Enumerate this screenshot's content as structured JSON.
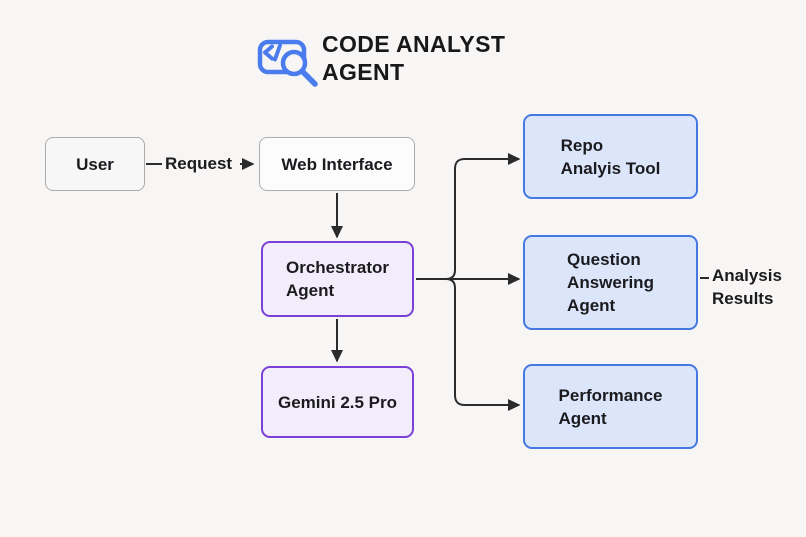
{
  "title": {
    "line1": "CODE ANALYST",
    "line2": "AGENT"
  },
  "header_icon": "code-search-icon",
  "nodes": {
    "user": {
      "label": "User"
    },
    "web_interface": {
      "label": "Web Interface"
    },
    "orchestrator_agent": {
      "label": "Orchestrator\nAgent"
    },
    "gemini": {
      "label": "Gemini 2.5 Pro"
    },
    "repo_analysis_tool": {
      "label": "Repo\nAnalyis Tool"
    },
    "question_answering_agent": {
      "label": "Question\nAnswering\nAgent"
    },
    "performance_agent": {
      "label": "Performance\nAgent"
    }
  },
  "annotations": {
    "request": "Request",
    "analysis_results": "Analysis\nResults"
  },
  "edges": [
    {
      "from": "User",
      "to": "Web Interface",
      "label": "Request"
    },
    {
      "from": "Web Interface",
      "to": "Orchestrator Agent"
    },
    {
      "from": "Orchestrator Agent",
      "to": "Gemini 2.5 Pro"
    },
    {
      "from": "Orchestrator Agent",
      "to": "Repo Analyis Tool"
    },
    {
      "from": "Orchestrator Agent",
      "to": "Question Answering Agent"
    },
    {
      "from": "Orchestrator Agent",
      "to": "Performance Agent"
    },
    {
      "from": "Question Answering Agent",
      "to": "Analysis Results"
    }
  ],
  "colors": {
    "background": "#F7F6F4",
    "title_text": "#18181B",
    "icon_blue": "#4A7CEE",
    "gray_node_border": "#ACACAC",
    "gray_node_fill": "#F7F7F7",
    "purple_node_border": "#7B40D6",
    "purple_node_fill": "#F3EDFB",
    "blue_node_border": "#4678E2",
    "blue_node_fill": "#DCE6FA",
    "arrow": "#2B2B2E"
  }
}
